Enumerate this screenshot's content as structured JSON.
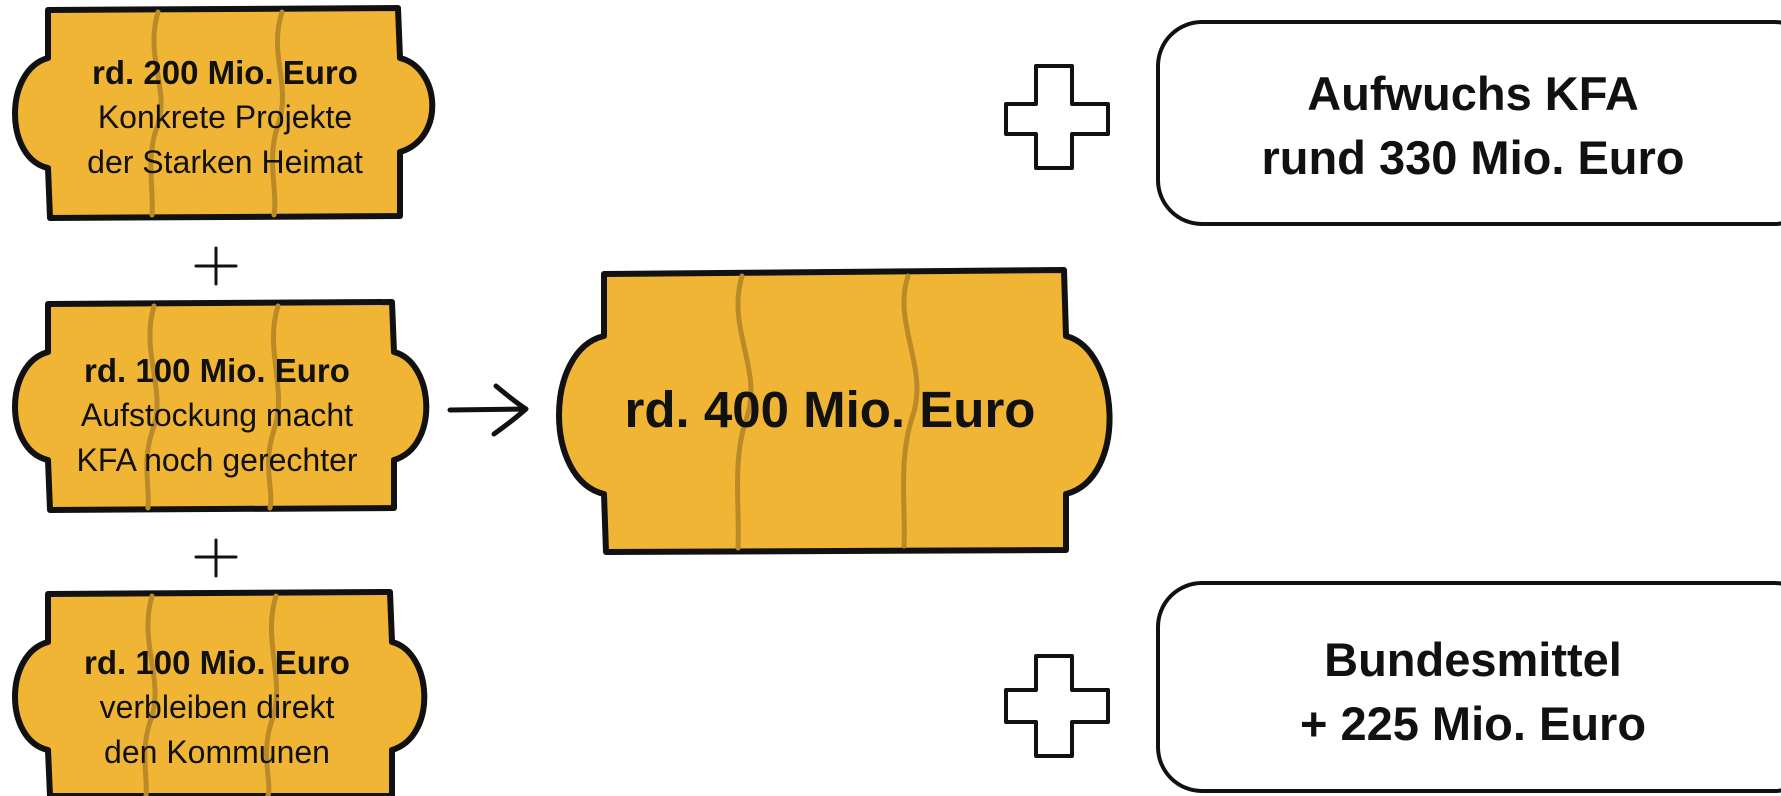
{
  "colors": {
    "tag_fill": "#F0B535",
    "tag_stroke": "#111111",
    "tag_vein": "#B98A27",
    "box_stroke": "#111111",
    "text": "#111111"
  },
  "icons": {
    "plus_small": "plus-icon",
    "arrow": "arrow-right-icon",
    "plus_outline": "plus-outline-icon"
  },
  "tags": [
    {
      "amount": "rd. 200 Mio. Euro",
      "line1": "Konkrete Projekte",
      "line2": "der Starken Heimat"
    },
    {
      "amount": "rd. 100 Mio. Euro",
      "line1": "Aufstockung macht",
      "line2": "KFA noch gerechter"
    },
    {
      "amount": "rd. 100 Mio. Euro",
      "line1": "verbleiben direkt",
      "line2": "den Kommunen"
    }
  ],
  "total": {
    "amount": "rd. 400 Mio. Euro"
  },
  "boxes": [
    {
      "line1": "Aufwuchs KFA",
      "line2": "rund 330 Mio. Euro"
    },
    {
      "line1": "Bundesmittel",
      "line2": "+ 225 Mio. Euro"
    }
  ]
}
